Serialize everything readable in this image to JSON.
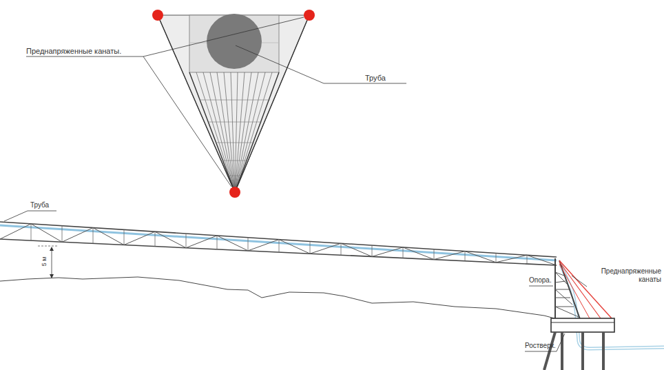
{
  "diagram": {
    "labels": [
      "Преднапряженные канаты.",
      "Труба",
      "Труба",
      "5 м",
      "Опора.",
      "Преднапряженные канаты",
      "Ростверк."
    ]
  }
}
